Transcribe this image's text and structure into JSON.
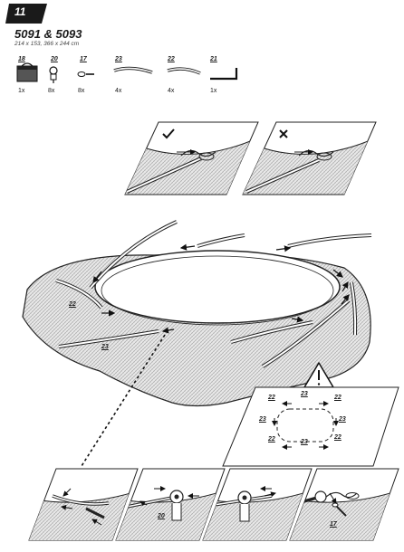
{
  "step": {
    "number": "11"
  },
  "header": {
    "model": "5091 & 5093",
    "sizes": "214 x 153, 366 x 244 cm"
  },
  "parts": [
    {
      "num": "18",
      "qty": "1x"
    },
    {
      "num": "20",
      "qty": "8x"
    },
    {
      "num": "17",
      "qty": "8x"
    },
    {
      "num": "23",
      "qty": "4x"
    },
    {
      "num": "22",
      "qty": "4x"
    },
    {
      "num": "21",
      "qty": "1x"
    }
  ],
  "main": {
    "label_22": "22",
    "label_23": "23"
  },
  "layout_panel": {
    "labels": [
      "22",
      "23",
      "22",
      "23",
      "23",
      "22",
      "23",
      "22"
    ]
  },
  "detail_labels": {
    "bolt": "20",
    "screw": "17"
  },
  "colors": {
    "ink": "#1a1a1a",
    "hatch": "#bdbdbd",
    "badge": "#1a1a1a"
  },
  "icons": {
    "correct": "check-icon",
    "wrong": "cross-icon",
    "warning": "warning-triangle-icon"
  }
}
